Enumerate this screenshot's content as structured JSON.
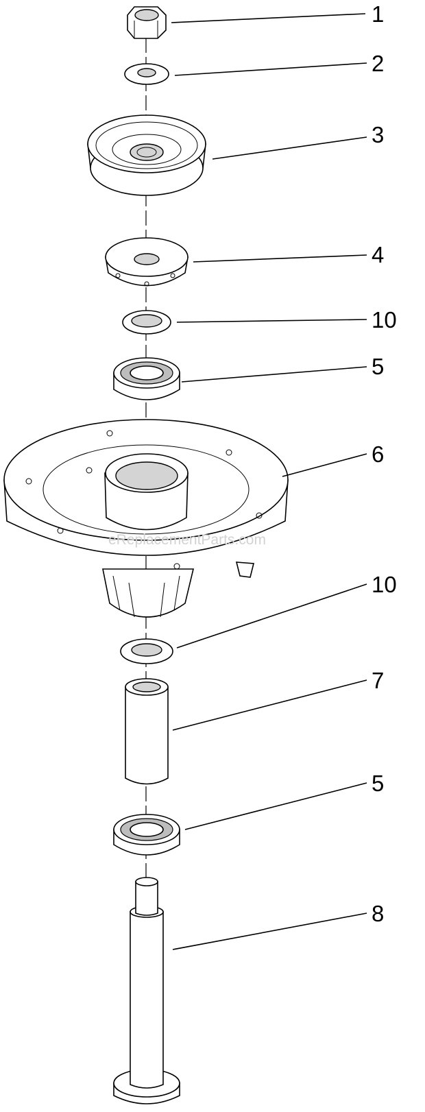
{
  "watermark": "eReplacementParts.com",
  "callouts": [
    {
      "id": "callout-1",
      "label": "1"
    },
    {
      "id": "callout-2",
      "label": "2"
    },
    {
      "id": "callout-3",
      "label": "3"
    },
    {
      "id": "callout-4",
      "label": "4"
    },
    {
      "id": "callout-10a",
      "label": "10"
    },
    {
      "id": "callout-5a",
      "label": "5"
    },
    {
      "id": "callout-6",
      "label": "6"
    },
    {
      "id": "callout-10b",
      "label": "10"
    },
    {
      "id": "callout-7",
      "label": "7"
    },
    {
      "id": "callout-5b",
      "label": "5"
    },
    {
      "id": "callout-8",
      "label": "8"
    }
  ]
}
